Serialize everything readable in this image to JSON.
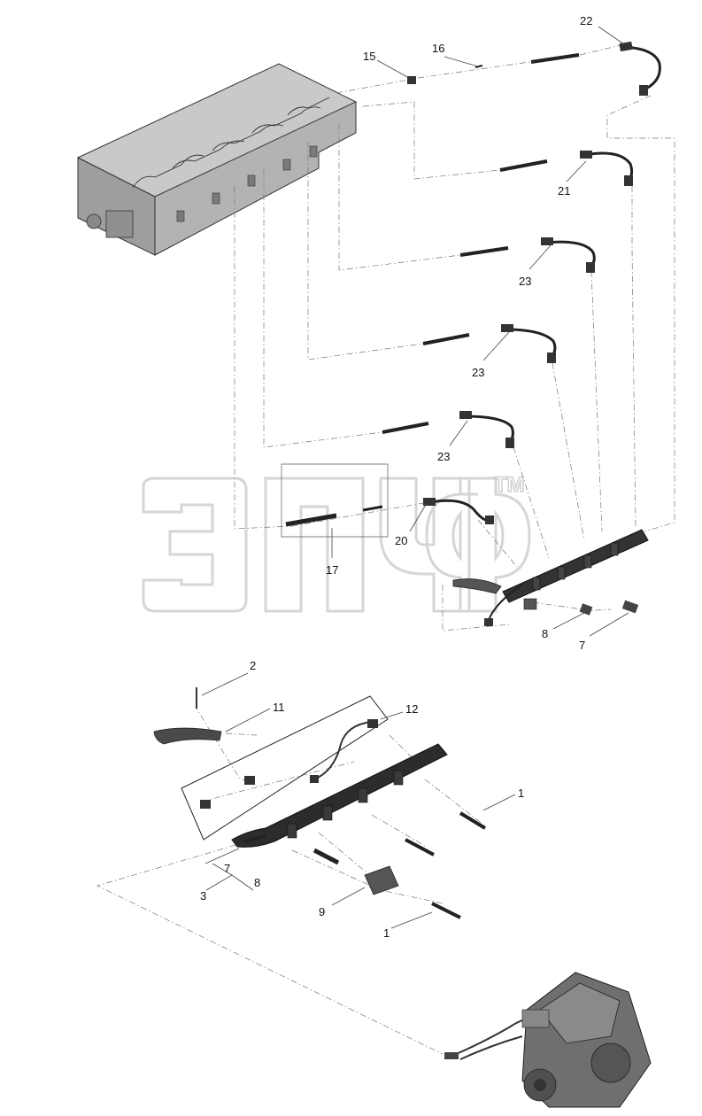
{
  "diagram": {
    "watermark_text": "TM",
    "labels": {
      "p22": "22",
      "p15": "15",
      "p16": "16",
      "p21": "21",
      "p23a": "23",
      "p23b": "23",
      "p23c": "23",
      "p20": "20",
      "p17": "17",
      "p8a": "8",
      "p7a": "7",
      "p2": "2",
      "p11": "11",
      "p12": "12",
      "p1a": "1",
      "p7b": "7",
      "p3": "3",
      "p8b": "8",
      "p9": "9",
      "p1b": "1"
    }
  }
}
